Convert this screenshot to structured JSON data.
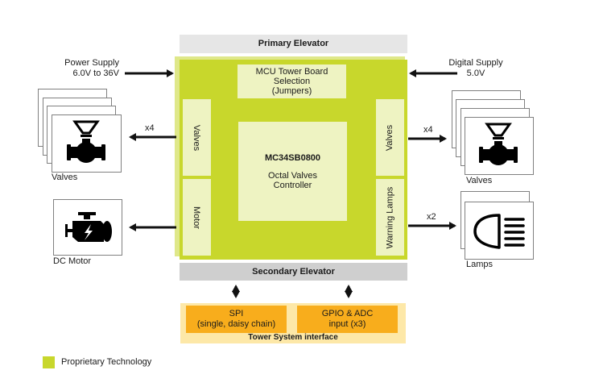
{
  "diagram": {
    "primary_elevator": "Primary Elevator",
    "secondary_elevator": "Secondary Elevator",
    "mcu_selection": [
      "MCU Tower Board",
      "Selection",
      "(Jumpers)"
    ],
    "chip": {
      "part_number": "MC34SB0800",
      "description": [
        "Octal Valves",
        "Controller"
      ]
    },
    "side_blocks": {
      "left_top": "Valves",
      "left_bottom": "Motor",
      "right_top": "Valves",
      "right_bottom": "Warning Lamps"
    },
    "inputs": {
      "power_supply": [
        "Power Supply",
        "6.0V to 36V"
      ],
      "digital_supply": [
        "Digital Supply",
        "5.0V"
      ]
    },
    "outputs": {
      "left_valves": {
        "count_label": "x4",
        "caption": "Valves",
        "icon": "valve-icon"
      },
      "dc_motor": {
        "caption": "DC Motor",
        "icon": "engine-icon"
      },
      "right_valves": {
        "count_label": "x4",
        "caption": "Valves",
        "icon": "valve-icon"
      },
      "lamps": {
        "count_label": "x2",
        "caption": "Lamps",
        "icon": "headlamp-icon"
      }
    },
    "interface": {
      "title": "Tower System interface",
      "spi": [
        "SPI",
        "(single, daisy chain)"
      ],
      "gpio": [
        "GPIO & ADC",
        "input (x3)"
      ]
    },
    "legend": {
      "label": "Proprietary Technology",
      "color": "#c8d72c"
    },
    "colors": {
      "board": "#c8d72c",
      "board_light": "#eef3c2",
      "elevator_primary": "#e6e6e6",
      "elevator_secondary": "#cfcfcf",
      "interface_bg": "#fde8a8",
      "interface_box": "#f8ad1c"
    }
  }
}
